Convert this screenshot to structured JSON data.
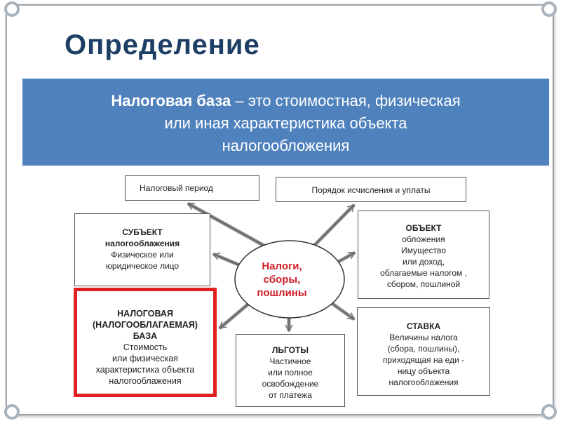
{
  "slide": {
    "title": "Определение",
    "definition": {
      "term": "Налоговая база",
      "line1_rest": " – это стоимостная, физическая",
      "line2": "или иная характеристика объекта",
      "line3": "налогообложения"
    }
  },
  "diagram": {
    "center": {
      "line1": "Налоги,",
      "line2": "сборы,",
      "line3": "пошлины"
    },
    "period": {
      "label": "Налоговый период"
    },
    "order": {
      "label": "Порядок исчисления и уплаты"
    },
    "subject": {
      "line1": "СУБЪЕКТ",
      "line2": "налогооблажения",
      "line3": "Физическое или",
      "line4": "юридическое лицо"
    },
    "object": {
      "line1": "ОБЪЕКТ",
      "line2": "обложения",
      "line3": "Имущество",
      "line4": "или доход,",
      "line5": "облагаемые налогом ,",
      "line6": "сбором, пошлиной"
    },
    "base": {
      "line1": "НАЛОГОВАЯ",
      "line2": "(НАЛОГООБЛАГАЕМАЯ)",
      "line3": "БАЗА",
      "line4": "Стоимость",
      "line5": "или физическая",
      "line6": "характеристика объекта",
      "line7": "налогооблажения"
    },
    "benefits": {
      "line1": "ЛЬГОТЫ",
      "line2": "Частичное",
      "line3": "или полное",
      "line4": "освобождение",
      "line5": "от платежа"
    },
    "rate": {
      "line1": "СТАВКА",
      "line2": "Величины налога",
      "line3": "(сбора, пошлины),",
      "line4": "приходящая  на еди -",
      "line5": "ницу объекта",
      "line6": "налогооблажения"
    },
    "colors": {
      "title": "#1d3f66",
      "definition_bg": "#4f81bd",
      "highlight_border": "#e02020",
      "center_text": "#d0202a"
    }
  }
}
